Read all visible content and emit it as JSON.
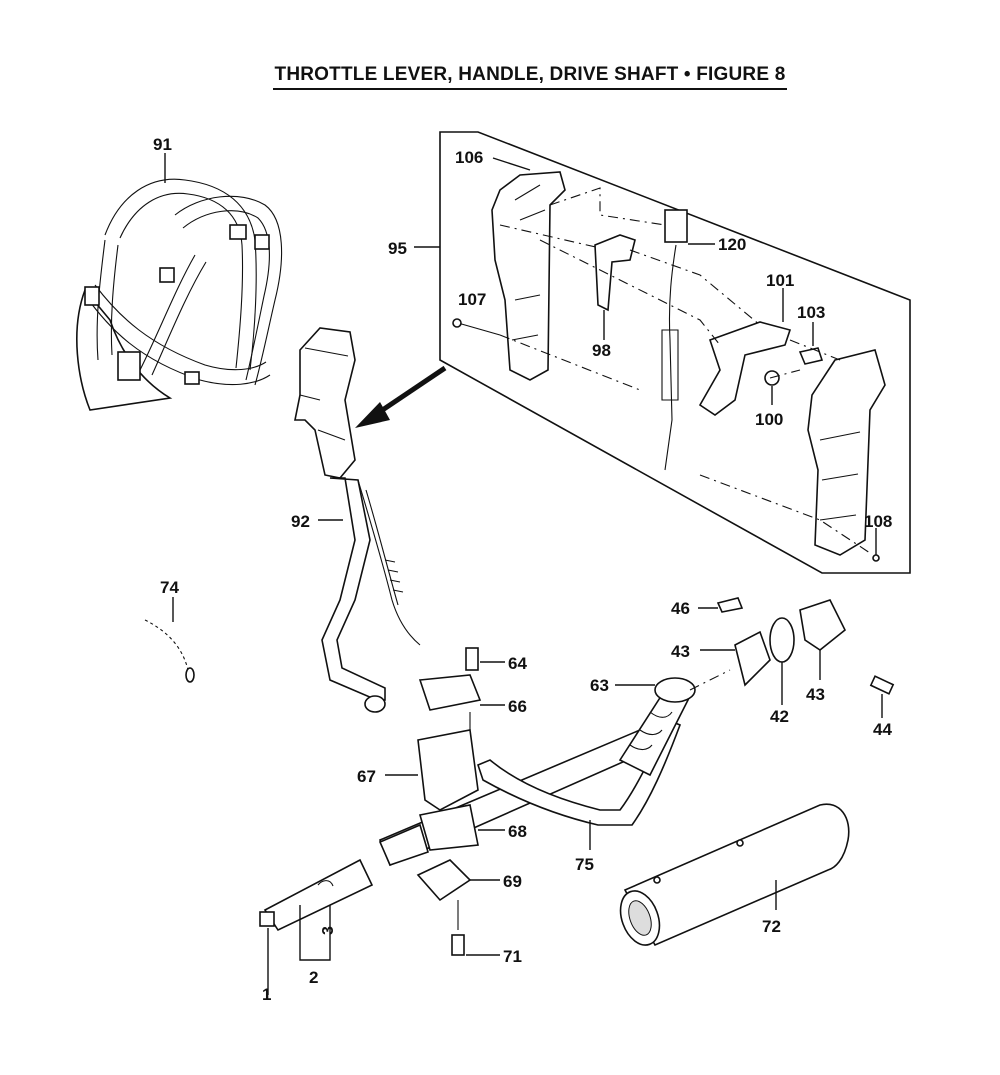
{
  "title": "THROTTLE LEVER, HANDLE, DRIVE SHAFT  •  FIGURE 8",
  "labels": {
    "p91": "91",
    "p106": "106",
    "p95": "95",
    "p120": "120",
    "p107": "107",
    "p101": "101",
    "p103": "103",
    "p98": "98",
    "p100": "100",
    "p108": "108",
    "p92": "92",
    "p74": "74",
    "p46": "46",
    "p64": "64",
    "p43a": "43",
    "p43b": "43",
    "p42": "42",
    "p44": "44",
    "p63": "63",
    "p66": "66",
    "p67": "67",
    "p68": "68",
    "p75": "75",
    "p69": "69",
    "p72": "72",
    "p71": "71",
    "p1": "1",
    "p2": "2",
    "p3": "3"
  }
}
